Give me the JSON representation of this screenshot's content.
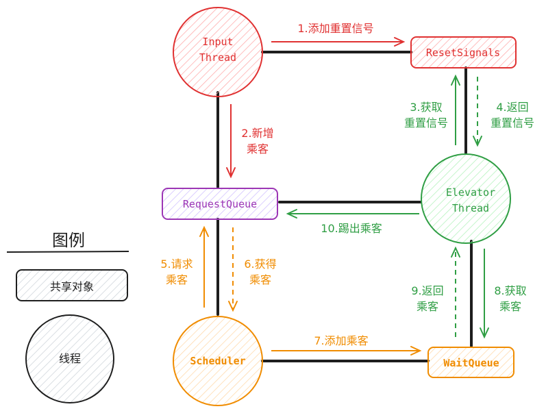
{
  "colors": {
    "red": "#e03131",
    "purple": "#9c36b5",
    "green": "#2f9e44",
    "orange": "#f08c00",
    "black": "#1e1e1e",
    "gray": "#495057"
  },
  "nodes": {
    "input_thread": {
      "line1": "Input",
      "line2": "Thread"
    },
    "reset_signals": "ResetSignals",
    "request_queue": "RequestQueue",
    "elevator_thread": {
      "line1": "Elevator",
      "line2": "Thread"
    },
    "scheduler": "Scheduler",
    "wait_queue": "WaitQueue"
  },
  "edges": {
    "e1": "1.添加重置信号",
    "e2": {
      "line1": "2.新增",
      "line2": "乘客"
    },
    "e3": {
      "line1": "3.获取",
      "line2": "重置信号"
    },
    "e4": {
      "line1": "4.返回",
      "line2": "重置信号"
    },
    "e5": {
      "line1": "5.请求",
      "line2": "乘客"
    },
    "e6": {
      "line1": "6.获得",
      "line2": "乘客"
    },
    "e7": "7.添加乘客",
    "e8": {
      "line1": "8.获取",
      "line2": "乘客"
    },
    "e9": {
      "line1": "9.返回",
      "line2": "乘客"
    },
    "e10": "10.踢出乘客"
  },
  "legend": {
    "title": "图例",
    "shared_object": "共享对象",
    "thread": "线程"
  }
}
